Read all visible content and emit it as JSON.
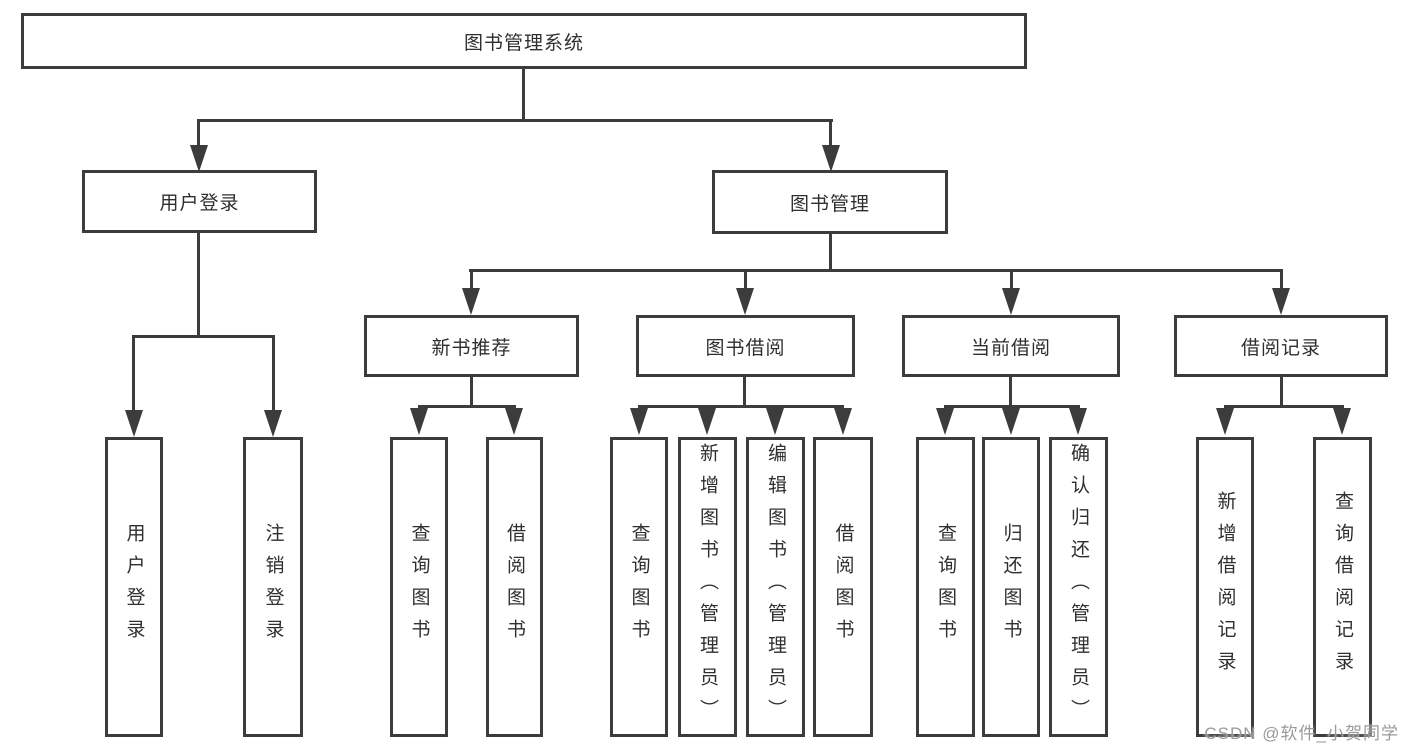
{
  "tree": {
    "root": "图书管理系统",
    "level2": [
      {
        "label": "用户登录",
        "children": [
          {
            "label": "用户登录"
          },
          {
            "label": "注销登录"
          }
        ]
      },
      {
        "label": "图书管理",
        "children": [
          {
            "label": "新书推荐",
            "children": [
              {
                "label": "查询图书"
              },
              {
                "label": "借阅图书"
              }
            ]
          },
          {
            "label": "图书借阅",
            "children": [
              {
                "label": "查询图书"
              },
              {
                "label": "新增图书（管理员）"
              },
              {
                "label": "编辑图书（管理员）"
              },
              {
                "label": "借阅图书"
              }
            ]
          },
          {
            "label": "当前借阅",
            "children": [
              {
                "label": "查询图书"
              },
              {
                "label": "归还图书"
              },
              {
                "label": "确认归还（管理员）"
              }
            ]
          },
          {
            "label": "借阅记录",
            "children": [
              {
                "label": "新增借阅记录"
              },
              {
                "label": "查询借阅记录"
              }
            ]
          }
        ]
      }
    ]
  },
  "colors": {
    "line": "#3c3c3c",
    "text": "#2f2f2f",
    "watermark": "#9a9a9a"
  },
  "watermark": "CSDN @软件_小贺同学"
}
